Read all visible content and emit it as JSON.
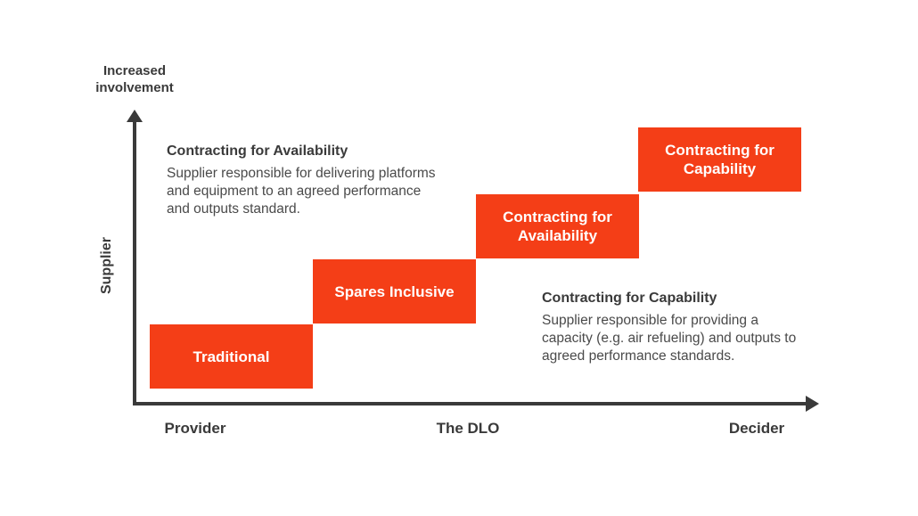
{
  "colors": {
    "accent": "#f43e17",
    "axis": "#3a3a3a",
    "text_primary": "#3a3a3a",
    "text_secondary": "#4a4a4a",
    "box_text": "#ffffff",
    "background": "#ffffff"
  },
  "axes": {
    "y_top_label": "Increased\ninvolvement",
    "y_label": "Supplier",
    "x_labels": [
      "Provider",
      "The DLO",
      "Decider"
    ]
  },
  "steps": [
    {
      "label": "Traditional",
      "level": 1
    },
    {
      "label": "Spares Inclusive",
      "level": 2
    },
    {
      "label": "Contracting for Availability",
      "level": 3
    },
    {
      "label": "Contracting for Capability",
      "level": 4
    }
  ],
  "annotations": [
    {
      "title": "Contracting for Availability",
      "body": "Supplier responsible for delivering platforms and equipment to an agreed performance and outputs standard."
    },
    {
      "title": "Contracting for Capability",
      "body": "Supplier responsible for providing a capacity (e.g. air refueling) and outputs to agreed performance standards."
    }
  ],
  "chart_data": {
    "type": "area",
    "subtype": "staircase-step-diagram",
    "title": "",
    "xlabel_categories": [
      "Provider",
      "The DLO",
      "Decider"
    ],
    "ylabel": "Supplier",
    "y_direction_note": "Increased involvement",
    "steps": [
      {
        "label": "Traditional",
        "x_position": "Provider",
        "involvement_level": 1
      },
      {
        "label": "Spares Inclusive",
        "x_position": "between Provider and The DLO",
        "involvement_level": 2
      },
      {
        "label": "Contracting for Availability",
        "x_position": "The DLO",
        "involvement_level": 3
      },
      {
        "label": "Contracting for Capability",
        "x_position": "Decider",
        "involvement_level": 4
      }
    ],
    "legend_position": "none",
    "grid": false
  }
}
